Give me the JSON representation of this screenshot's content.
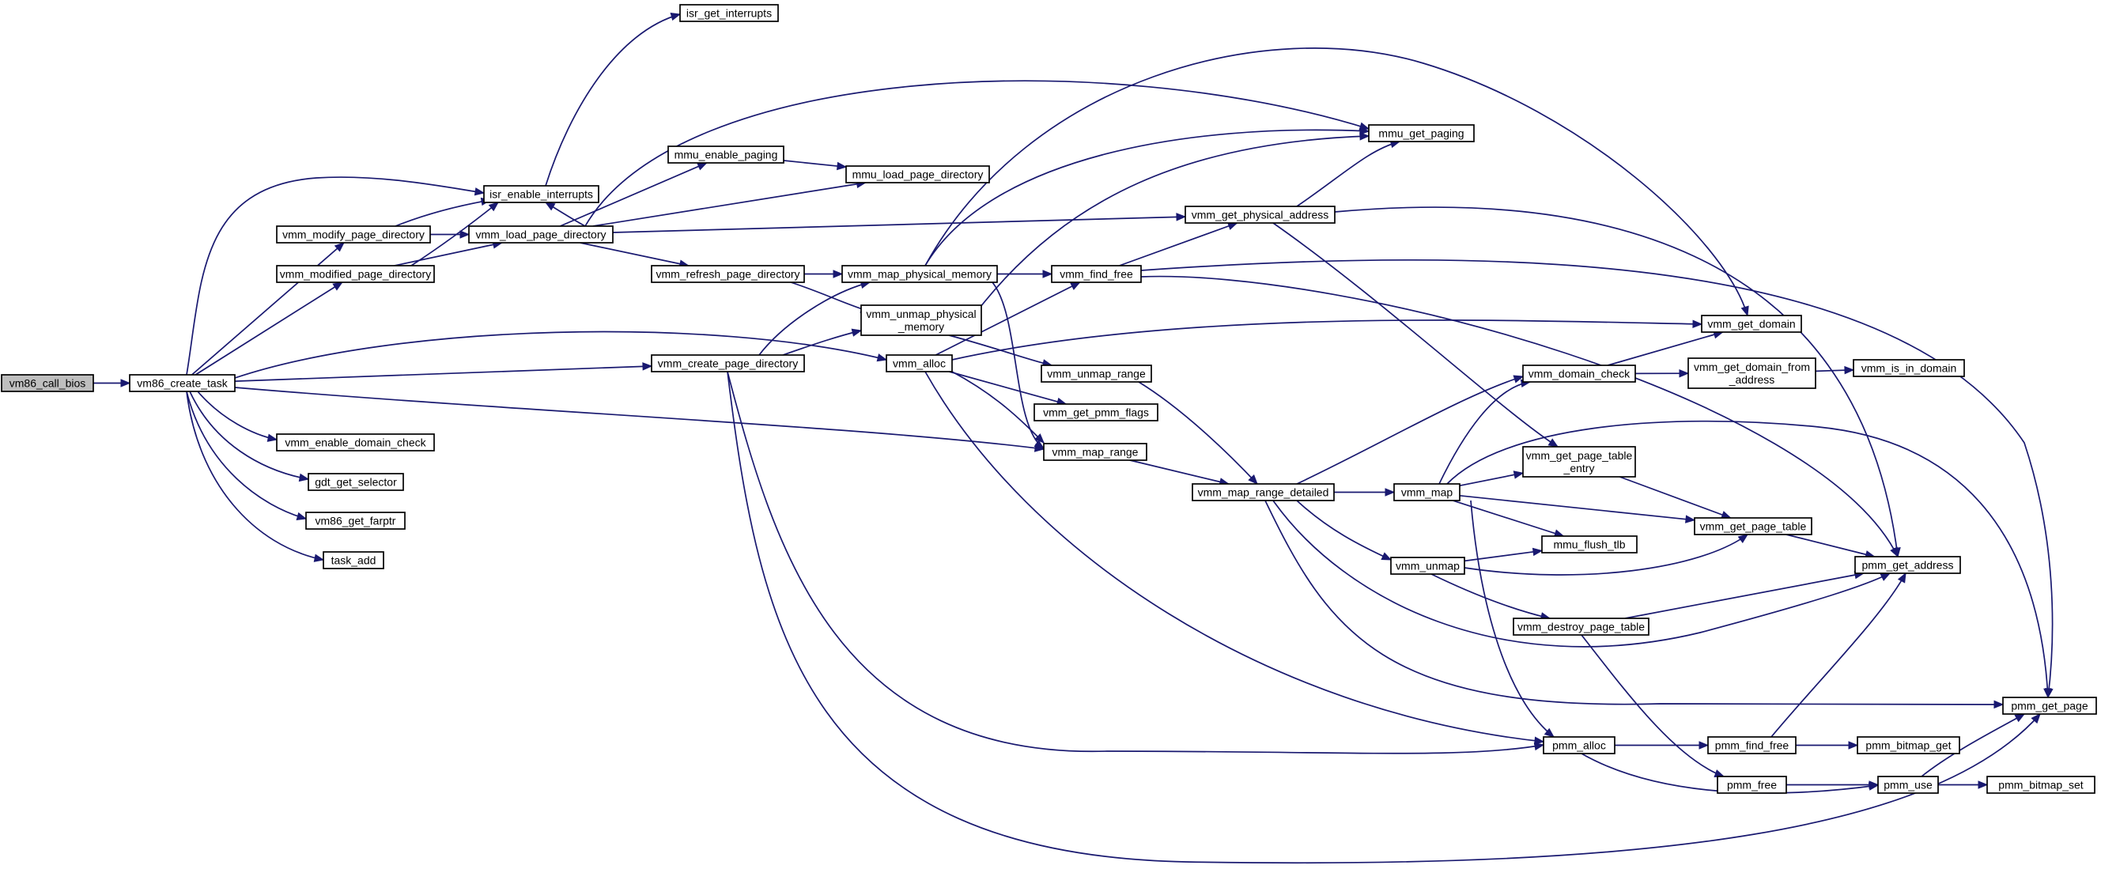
{
  "graph": {
    "colors": {
      "edge": "#191970",
      "node_border": "#000000",
      "root_fill": "#bfbfbf",
      "node_fill": "#ffffff"
    },
    "nodes": [
      {
        "id": "vm86_call_bios",
        "label": [
          "vm86_call_bios"
        ],
        "root": true
      },
      {
        "id": "vm86_create_task",
        "label": [
          "vm86_create_task"
        ]
      },
      {
        "id": "isr_get_interrupts",
        "label": [
          "isr_get_interrupts"
        ]
      },
      {
        "id": "isr_enable_interrupts",
        "label": [
          "isr_enable_interrupts"
        ]
      },
      {
        "id": "mmu_enable_paging",
        "label": [
          "mmu_enable_paging"
        ]
      },
      {
        "id": "mmu_load_page_directory",
        "label": [
          "mmu_load_page_directory"
        ]
      },
      {
        "id": "mmu_get_paging",
        "label": [
          "mmu_get_paging"
        ]
      },
      {
        "id": "vmm_modify_page_directory",
        "label": [
          "vmm_modify_page_directory"
        ]
      },
      {
        "id": "vmm_load_page_directory",
        "label": [
          "vmm_load_page_directory"
        ]
      },
      {
        "id": "vmm_get_physical_address",
        "label": [
          "vmm_get_physical_address"
        ]
      },
      {
        "id": "vmm_modified_page_directory",
        "label": [
          "vmm_modified_page_directory"
        ]
      },
      {
        "id": "vmm_refresh_page_directory",
        "label": [
          "vmm_refresh_page_directory"
        ]
      },
      {
        "id": "vmm_map_physical_memory",
        "label": [
          "vmm_map_physical_memory"
        ]
      },
      {
        "id": "vmm_find_free",
        "label": [
          "vmm_find_free"
        ]
      },
      {
        "id": "vmm_unmap_physical_memory",
        "label": [
          "vmm_unmap_physical",
          "_memory"
        ]
      },
      {
        "id": "vmm_get_domain",
        "label": [
          "vmm_get_domain"
        ]
      },
      {
        "id": "vmm_create_page_directory",
        "label": [
          "vmm_create_page_directory"
        ]
      },
      {
        "id": "vmm_alloc",
        "label": [
          "vmm_alloc"
        ]
      },
      {
        "id": "vmm_unmap_range",
        "label": [
          "vmm_unmap_range"
        ]
      },
      {
        "id": "vmm_domain_check",
        "label": [
          "vmm_domain_check"
        ]
      },
      {
        "id": "vmm_get_domain_from_address",
        "label": [
          "vmm_get_domain_from",
          "_address"
        ]
      },
      {
        "id": "vmm_is_in_domain",
        "label": [
          "vmm_is_in_domain"
        ]
      },
      {
        "id": "vmm_get_pmm_flags",
        "label": [
          "vmm_get_pmm_flags"
        ]
      },
      {
        "id": "vmm_enable_domain_check",
        "label": [
          "vmm_enable_domain_check"
        ]
      },
      {
        "id": "vmm_map_range",
        "label": [
          "vmm_map_range"
        ]
      },
      {
        "id": "vmm_get_page_table_entry",
        "label": [
          "vmm_get_page_table",
          "_entry"
        ]
      },
      {
        "id": "gdt_get_selector",
        "label": [
          "gdt_get_selector"
        ]
      },
      {
        "id": "vmm_map_range_detailed",
        "label": [
          "vmm_map_range_detailed"
        ]
      },
      {
        "id": "vmm_map",
        "label": [
          "vmm_map"
        ]
      },
      {
        "id": "vm86_get_farptr",
        "label": [
          "vm86_get_farptr"
        ]
      },
      {
        "id": "vmm_get_page_table",
        "label": [
          "vmm_get_page_table"
        ]
      },
      {
        "id": "mmu_flush_tlb",
        "label": [
          "mmu_flush_tlb"
        ]
      },
      {
        "id": "task_add",
        "label": [
          "task_add"
        ]
      },
      {
        "id": "vmm_unmap",
        "label": [
          "vmm_unmap"
        ]
      },
      {
        "id": "pmm_get_address",
        "label": [
          "pmm_get_address"
        ]
      },
      {
        "id": "vmm_destroy_page_table",
        "label": [
          "vmm_destroy_page_table"
        ]
      },
      {
        "id": "pmm_get_page",
        "label": [
          "pmm_get_page"
        ]
      },
      {
        "id": "pmm_alloc",
        "label": [
          "pmm_alloc"
        ]
      },
      {
        "id": "pmm_find_free",
        "label": [
          "pmm_find_free"
        ]
      },
      {
        "id": "pmm_bitmap_get",
        "label": [
          "pmm_bitmap_get"
        ]
      },
      {
        "id": "pmm_free",
        "label": [
          "pmm_free"
        ]
      },
      {
        "id": "pmm_use",
        "label": [
          "pmm_use"
        ]
      },
      {
        "id": "pmm_bitmap_set",
        "label": [
          "pmm_bitmap_set"
        ]
      }
    ],
    "edges": [
      [
        "vm86_call_bios",
        "vm86_create_task"
      ],
      [
        "vm86_create_task",
        "isr_enable_interrupts"
      ],
      [
        "vm86_create_task",
        "vmm_modify_page_directory"
      ],
      [
        "vm86_create_task",
        "vmm_modified_page_directory"
      ],
      [
        "vm86_create_task",
        "vmm_alloc"
      ],
      [
        "vm86_create_task",
        "vmm_create_page_directory"
      ],
      [
        "vm86_create_task",
        "vmm_map_range"
      ],
      [
        "vm86_create_task",
        "vmm_enable_domain_check"
      ],
      [
        "vm86_create_task",
        "gdt_get_selector"
      ],
      [
        "vm86_create_task",
        "vm86_get_farptr"
      ],
      [
        "vm86_create_task",
        "task_add"
      ],
      [
        "isr_enable_interrupts",
        "isr_get_interrupts"
      ],
      [
        "vmm_modify_page_directory",
        "isr_enable_interrupts"
      ],
      [
        "vmm_modify_page_directory",
        "vmm_load_page_directory"
      ],
      [
        "vmm_modified_page_directory",
        "isr_enable_interrupts"
      ],
      [
        "vmm_modified_page_directory",
        "vmm_load_page_directory"
      ],
      [
        "vmm_load_page_directory",
        "isr_enable_interrupts"
      ],
      [
        "vmm_load_page_directory",
        "mmu_enable_paging"
      ],
      [
        "vmm_load_page_directory",
        "mmu_load_page_directory"
      ],
      [
        "vmm_load_page_directory",
        "mmu_get_paging"
      ],
      [
        "vmm_load_page_directory",
        "vmm_get_physical_address"
      ],
      [
        "vmm_load_page_directory",
        "vmm_refresh_page_directory"
      ],
      [
        "mmu_enable_paging",
        "mmu_load_page_directory"
      ],
      [
        "vmm_refresh_page_directory",
        "vmm_map_physical_memory"
      ],
      [
        "vmm_refresh_page_directory",
        "vmm_unmap_physical_memory"
      ],
      [
        "vmm_create_page_directory",
        "vmm_map_physical_memory"
      ],
      [
        "vmm_create_page_directory",
        "vmm_unmap_physical_memory"
      ],
      [
        "vmm_create_page_directory",
        "pmm_alloc"
      ],
      [
        "vmm_create_page_directory",
        "pmm_get_page"
      ],
      [
        "vmm_map_physical_memory",
        "mmu_get_paging"
      ],
      [
        "vmm_map_physical_memory",
        "vmm_find_free"
      ],
      [
        "vmm_map_physical_memory",
        "vmm_get_domain"
      ],
      [
        "vmm_map_physical_memory",
        "vmm_map_range"
      ],
      [
        "vmm_unmap_physical_memory",
        "mmu_get_paging"
      ],
      [
        "vmm_unmap_physical_memory",
        "vmm_unmap_range"
      ],
      [
        "vmm_find_free",
        "vmm_get_physical_address"
      ],
      [
        "vmm_find_free",
        "pmm_get_address"
      ],
      [
        "vmm_find_free",
        "pmm_get_page"
      ],
      [
        "vmm_get_physical_address",
        "mmu_get_paging"
      ],
      [
        "vmm_get_physical_address",
        "vmm_get_page_table_entry"
      ],
      [
        "vmm_get_physical_address",
        "pmm_get_address"
      ],
      [
        "vmm_alloc",
        "vmm_find_free"
      ],
      [
        "vmm_alloc",
        "vmm_get_domain"
      ],
      [
        "vmm_alloc",
        "vmm_get_pmm_flags"
      ],
      [
        "vmm_alloc",
        "vmm_map_range"
      ],
      [
        "vmm_alloc",
        "pmm_alloc"
      ],
      [
        "vmm_unmap_range",
        "vmm_map_range_detailed"
      ],
      [
        "vmm_map_range",
        "vmm_map_range_detailed"
      ],
      [
        "vmm_map_range_detailed",
        "vmm_domain_check"
      ],
      [
        "vmm_map_range_detailed",
        "vmm_map"
      ],
      [
        "vmm_map_range_detailed",
        "vmm_unmap"
      ],
      [
        "vmm_map_range_detailed",
        "pmm_get_address"
      ],
      [
        "vmm_map_range_detailed",
        "pmm_get_page"
      ],
      [
        "vmm_domain_check",
        "vmm_get_domain"
      ],
      [
        "vmm_domain_check",
        "vmm_get_domain_from_address"
      ],
      [
        "vmm_get_domain_from_address",
        "vmm_is_in_domain"
      ],
      [
        "vmm_map",
        "vmm_domain_check"
      ],
      [
        "vmm_map",
        "vmm_get_page_table_entry"
      ],
      [
        "vmm_map",
        "vmm_get_page_table"
      ],
      [
        "vmm_map",
        "mmu_flush_tlb"
      ],
      [
        "vmm_map",
        "pmm_alloc"
      ],
      [
        "vmm_map",
        "pmm_get_page"
      ],
      [
        "vmm_get_page_table_entry",
        "vmm_get_page_table"
      ],
      [
        "vmm_get_page_table",
        "pmm_get_address"
      ],
      [
        "vmm_unmap",
        "mmu_flush_tlb"
      ],
      [
        "vmm_unmap",
        "vmm_get_page_table"
      ],
      [
        "vmm_unmap",
        "vmm_destroy_page_table"
      ],
      [
        "vmm_destroy_page_table",
        "pmm_get_address"
      ],
      [
        "vmm_destroy_page_table",
        "pmm_free"
      ],
      [
        "pmm_alloc",
        "pmm_find_free"
      ],
      [
        "pmm_alloc",
        "pmm_use"
      ],
      [
        "pmm_find_free",
        "pmm_bitmap_get"
      ],
      [
        "pmm_find_free",
        "pmm_get_address"
      ],
      [
        "pmm_free",
        "pmm_use"
      ],
      [
        "pmm_use",
        "pmm_bitmap_set"
      ],
      [
        "pmm_use",
        "pmm_get_page"
      ]
    ]
  }
}
